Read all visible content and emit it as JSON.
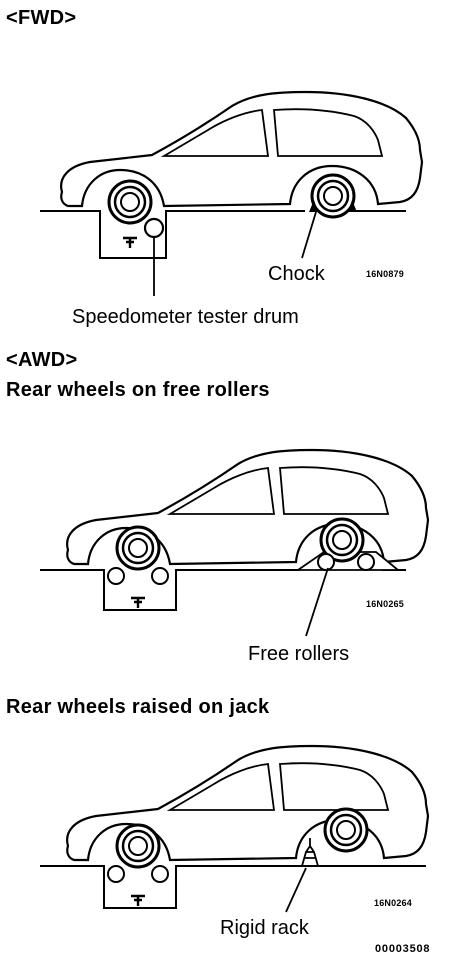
{
  "sections": {
    "fwd": {
      "heading": "<FWD>",
      "labels": {
        "chock": "Chock",
        "drum": "Speedometer tester drum"
      },
      "figure_code": "16N0879"
    },
    "awd": {
      "heading": "<AWD>",
      "free_rollers": {
        "title": "Rear wheels on free rollers",
        "label": "Free rollers",
        "figure_code": "16N0265"
      },
      "jack": {
        "title": "Rear wheels raised on jack",
        "label": "Rigid rack",
        "figure_code": "16N0264"
      }
    }
  },
  "document_code": "00003508",
  "colors": {
    "ink": "#000000",
    "paper": "#ffffff"
  }
}
